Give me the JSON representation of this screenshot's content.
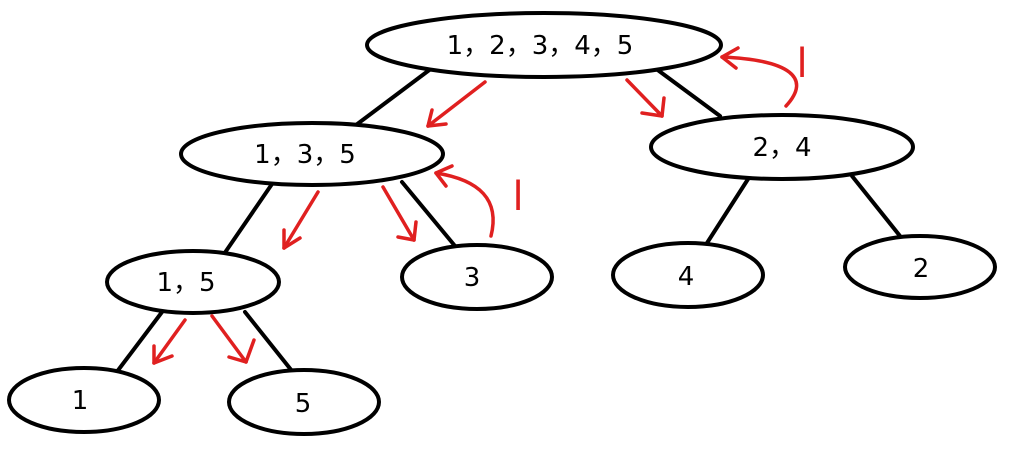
{
  "nodes": {
    "root": "1，2，3，4，5",
    "left": "1，3，5",
    "right": "2，4",
    "left_left": "1，5",
    "left_right": "3",
    "right_left": "4",
    "right_right": "2",
    "leaf_1": "1",
    "leaf_5": "5"
  },
  "annotations": {
    "return_mark_top": "l",
    "return_mark_mid": "l"
  },
  "colors": {
    "arrow": "#e02020",
    "stroke": "#000000"
  }
}
